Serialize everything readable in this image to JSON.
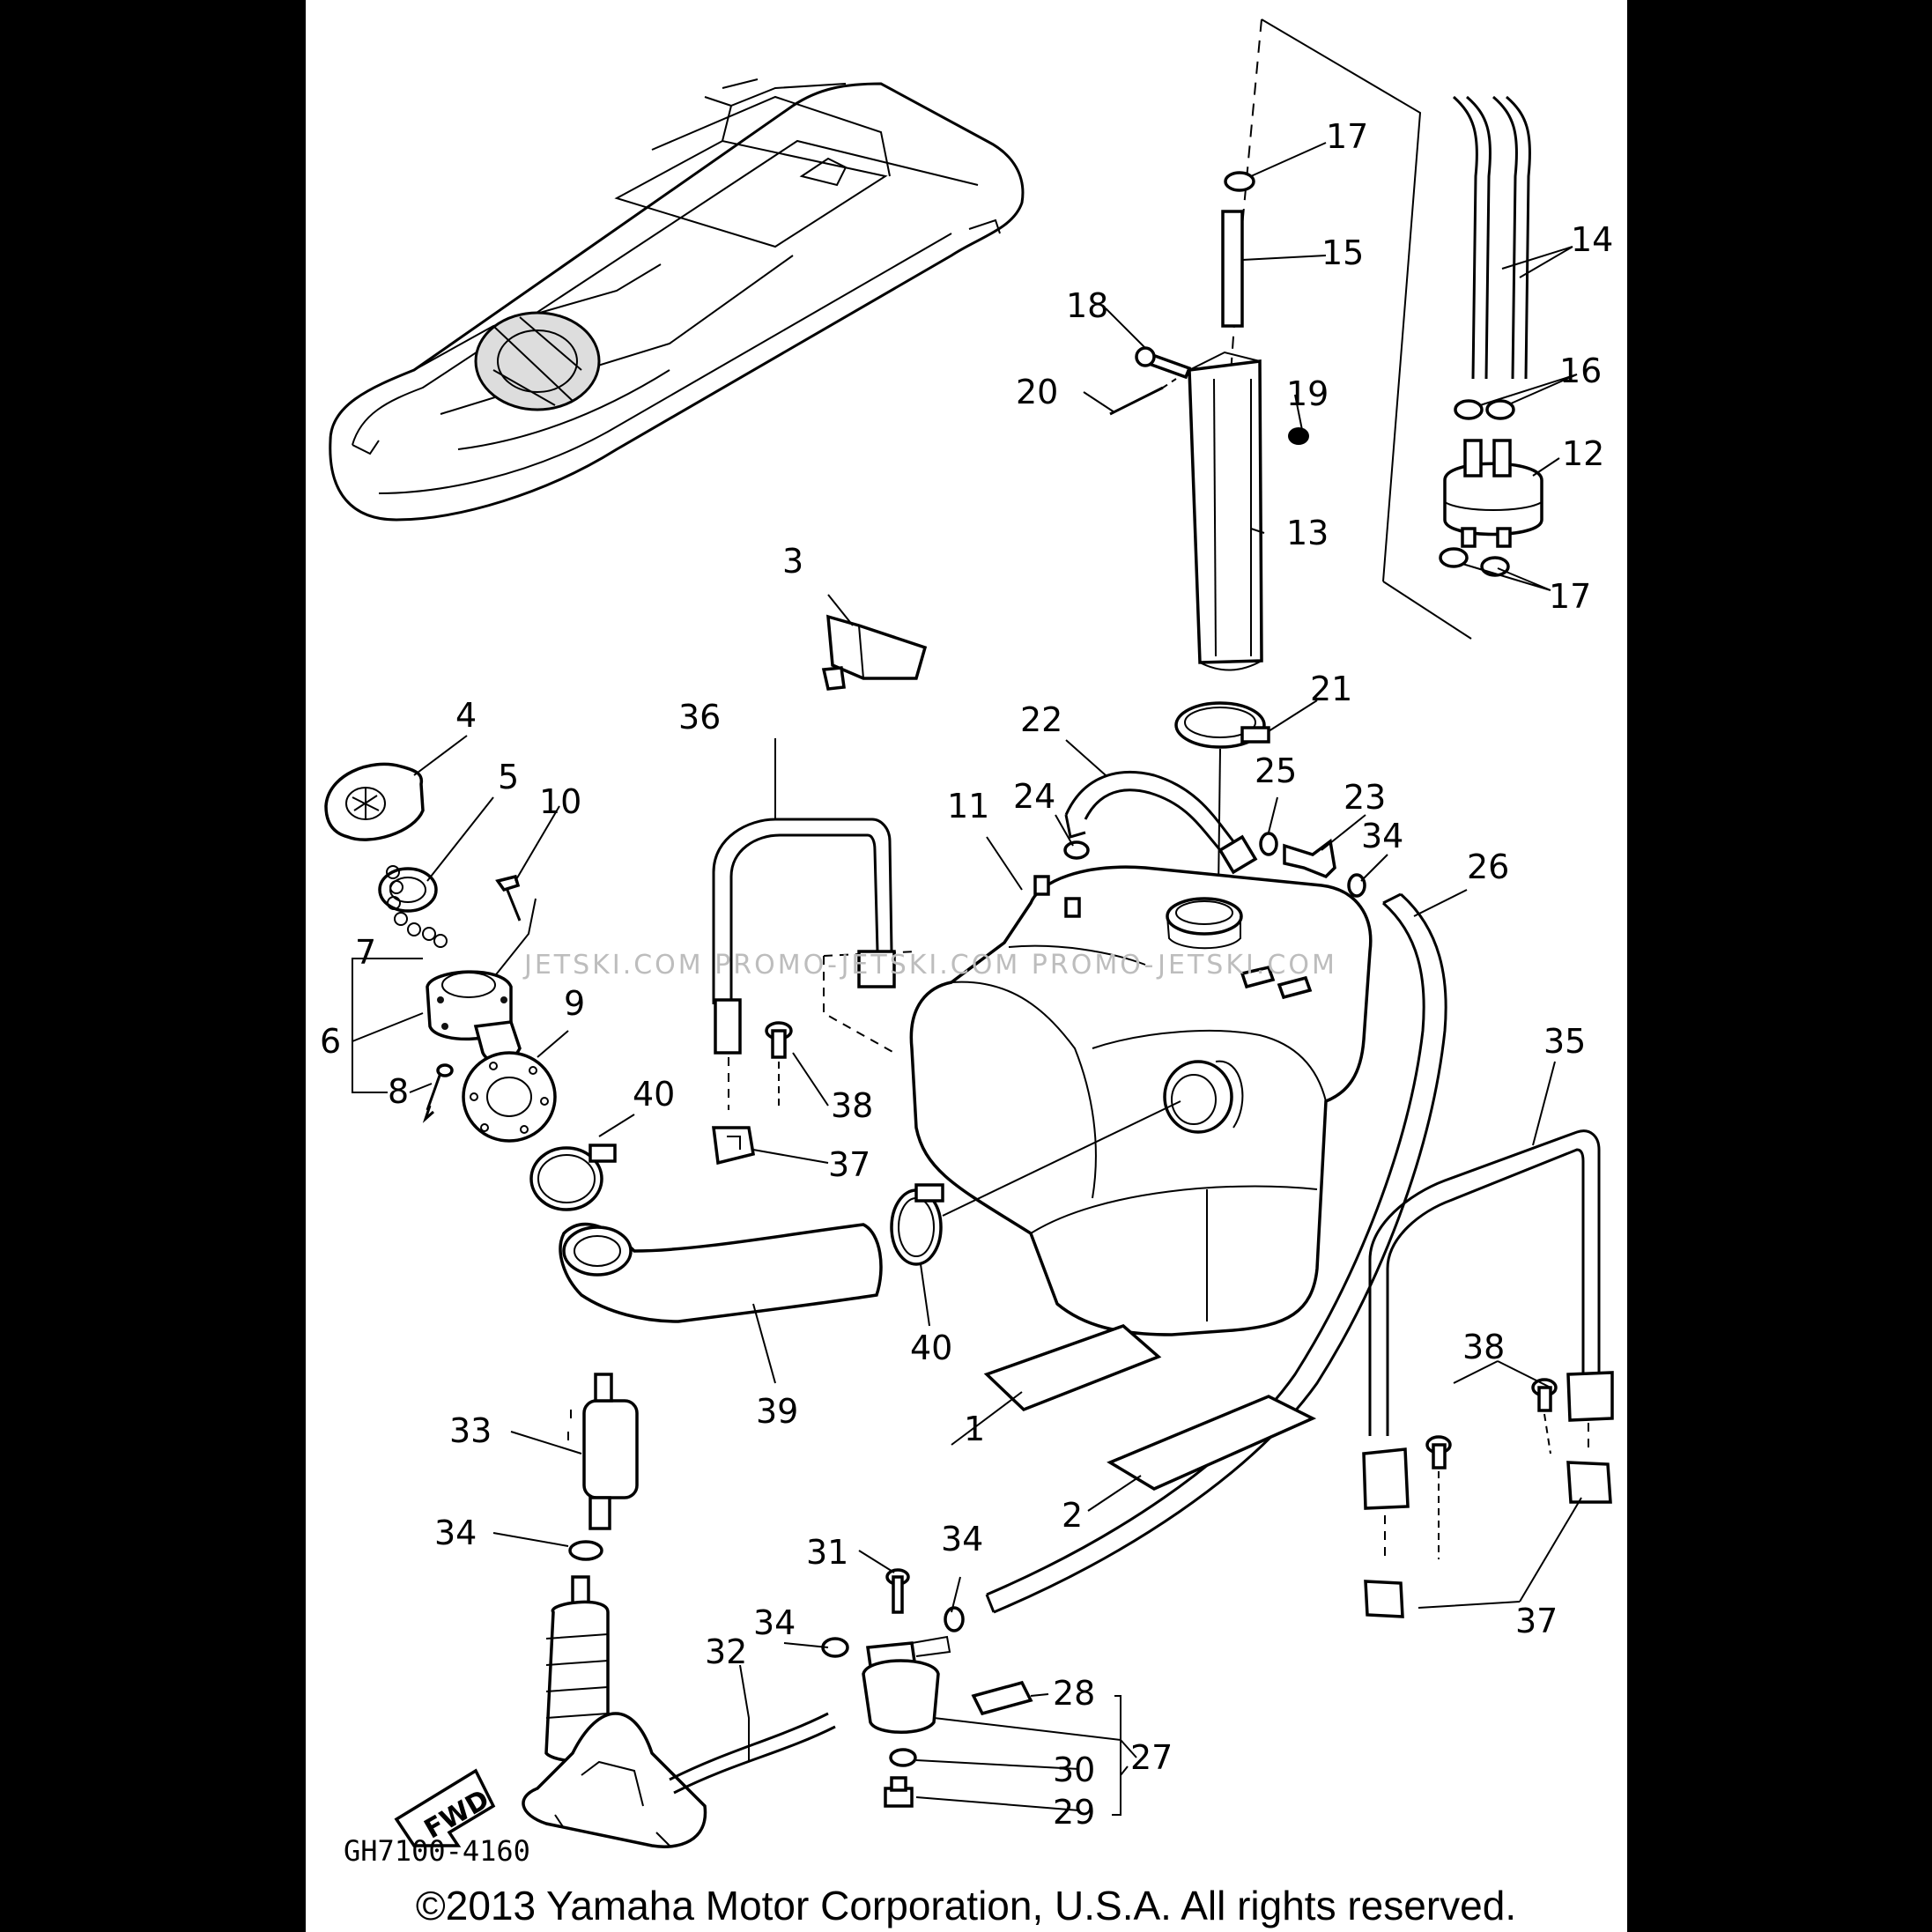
{
  "diagram": {
    "drawing_code": "GH7100-4160",
    "fwd_arrow_label": "FWD",
    "watermark": "JETSKI.COM   PROMO-JETSKI.COM   PROMO-JETSKI.COM",
    "copyright": "©2013 Yamaha Motor Corporation, U.S.A. All rights reserved.",
    "callouts": {
      "c1": "1",
      "c2": "2",
      "c3": "3",
      "c4": "4",
      "c5": "5",
      "c6": "6",
      "c7": "7",
      "c8": "8",
      "c9": "9",
      "c10": "10",
      "c11": "11",
      "c12": "12",
      "c13": "13",
      "c14": "14",
      "c15": "15",
      "c16": "16",
      "c17a": "17",
      "c17b": "17",
      "c18": "18",
      "c19": "19",
      "c20": "20",
      "c21": "21",
      "c22": "22",
      "c23": "23",
      "c24": "24",
      "c25": "25",
      "c26": "26",
      "c27": "27",
      "c28": "28",
      "c29": "29",
      "c30": "30",
      "c31": "31",
      "c32": "32",
      "c33": "33",
      "c34a": "34",
      "c34b": "34",
      "c34c": "34",
      "c34d": "34",
      "c35": "35",
      "c36": "36",
      "c37a": "37",
      "c37b": "37",
      "c38a": "38",
      "c38b": "38",
      "c39": "39",
      "c40a": "40",
      "c40b": "40"
    }
  }
}
